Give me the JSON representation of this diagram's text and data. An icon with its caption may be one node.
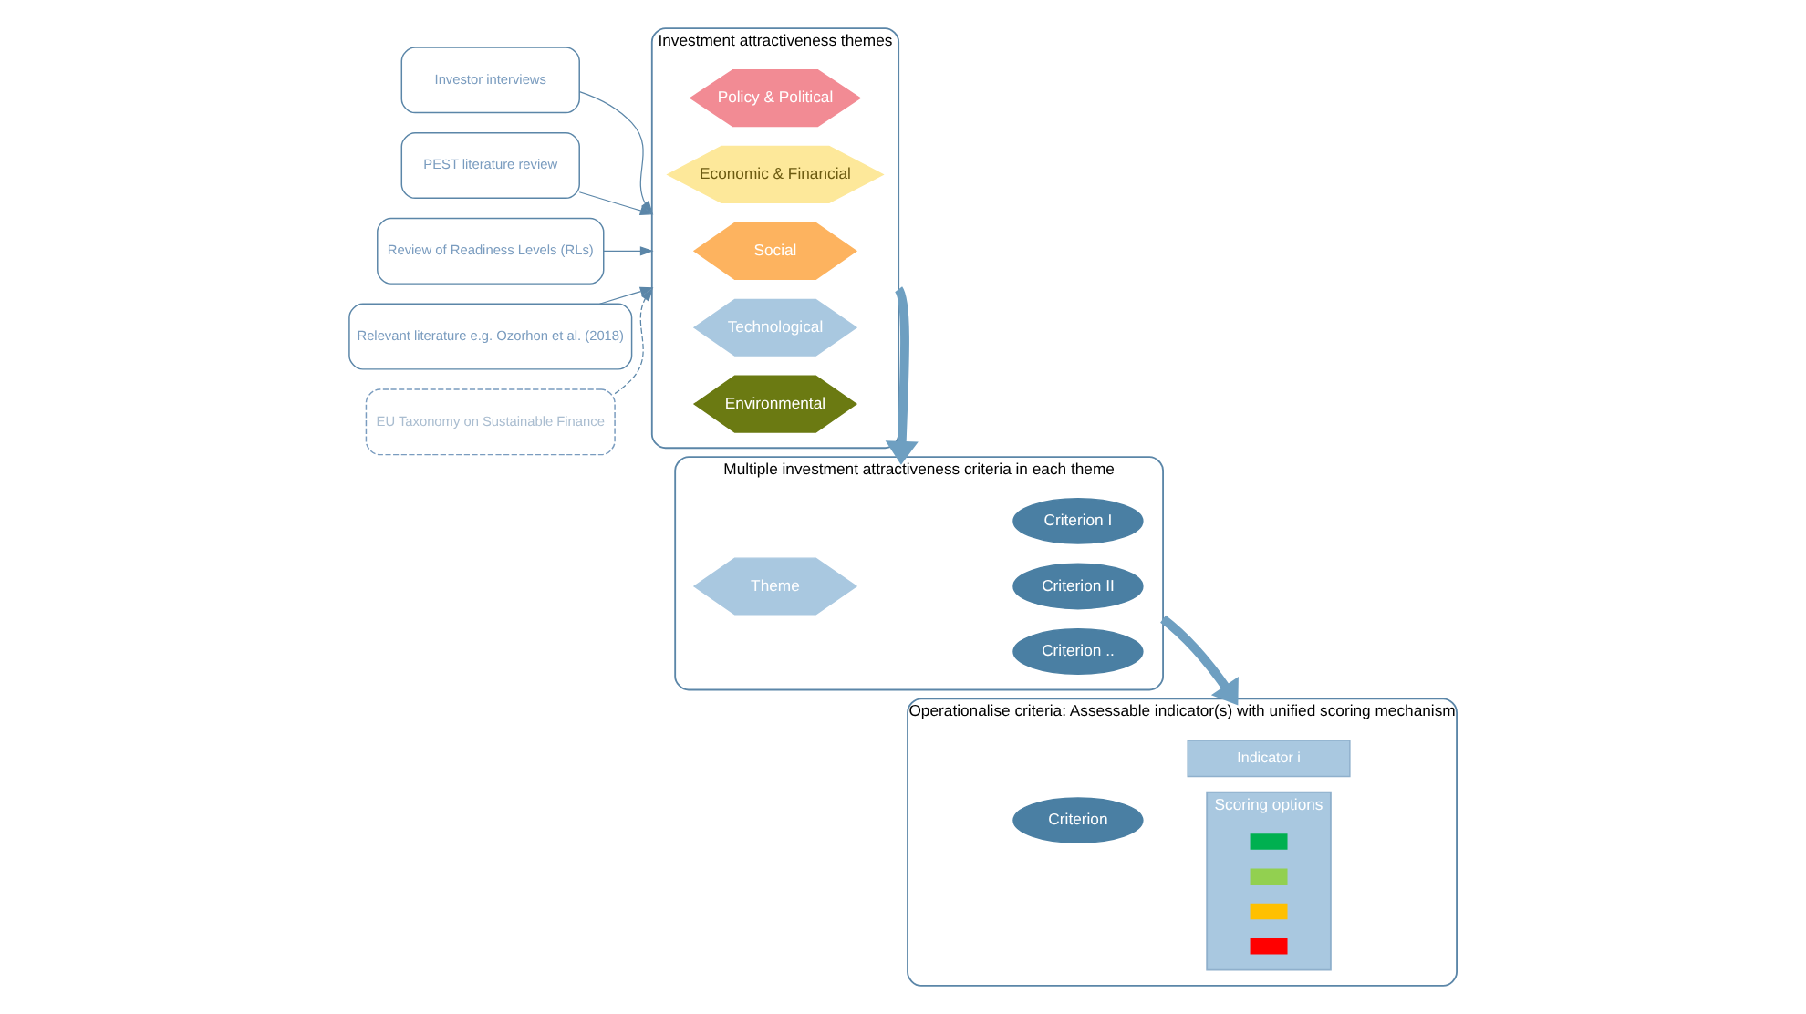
{
  "diagram": {
    "nodes": [
      {
        "text": [
          "Investor interviews"
        ]
      },
      {
        "text": [
          "PEST literature review"
        ]
      },
      {
        "text": [
          "Review of Readiness Levels (RLs)"
        ]
      },
      {
        "text": [
          "Relevant literature e.g. Ozorhon et al. (2018)"
        ]
      },
      {
        "text": [
          "EU Taxonomy on Sustainable Finance"
        ]
      },
      {
        "text": [
          "Investment attractiveness themes"
        ]
      },
      {
        "text": [
          "Policy & Political"
        ],
        "in": 5
      },
      {
        "text": [
          "Economic & Financial"
        ],
        "in": 5
      },
      {
        "text": [
          "Social"
        ],
        "in": 5
      },
      {
        "text": [
          "Technological"
        ],
        "in": 5
      },
      {
        "text": [
          "Environmental"
        ],
        "in": 5
      },
      {
        "text": [
          "Multiple investment attractiveness criteria in each theme"
        ]
      },
      {
        "text": [
          "Theme"
        ],
        "in": 11
      },
      {
        "text": [
          "Criterion I"
        ],
        "in": 11
      },
      {
        "text": [
          "Criterion II"
        ],
        "in": 11
      },
      {
        "text": [
          "Criterion .."
        ],
        "in": 11
      },
      {
        "text": [
          "Operationalise criteria: Assessable indicator(s) with unified scoring mechanism"
        ]
      },
      {
        "text": [
          "Criterion"
        ],
        "in": 16
      },
      {
        "text": [
          "Indicator i"
        ],
        "in": 16
      },
      {
        "text": [
          "Scoring options"
        ],
        "in": 16
      },
      {
        "text": [],
        "shape": "bar",
        "in": 19
      },
      {
        "text": [],
        "shape": "bar",
        "in": 19
      },
      {
        "text": [],
        "shape": "bar",
        "in": 19
      },
      {
        "text": [],
        "shape": "bar",
        "in": 19
      }
    ],
    "edges": [
      {
        "from": 0,
        "to": 5,
        "arrow": "to"
      },
      {
        "from": 1,
        "to": 5,
        "arrow": "to"
      },
      {
        "from": 2,
        "to": 5,
        "arrow": "to"
      },
      {
        "from": 3,
        "to": 5,
        "arrow": "to"
      },
      {
        "from": 4,
        "to": 5,
        "arrow": "to",
        "style": "dashed"
      },
      {
        "from": 5,
        "to": 11,
        "arrow": "to",
        "style": "thick"
      },
      {
        "from": 11,
        "to": 16,
        "arrow": "to",
        "style": "thick"
      }
    ]
  }
}
